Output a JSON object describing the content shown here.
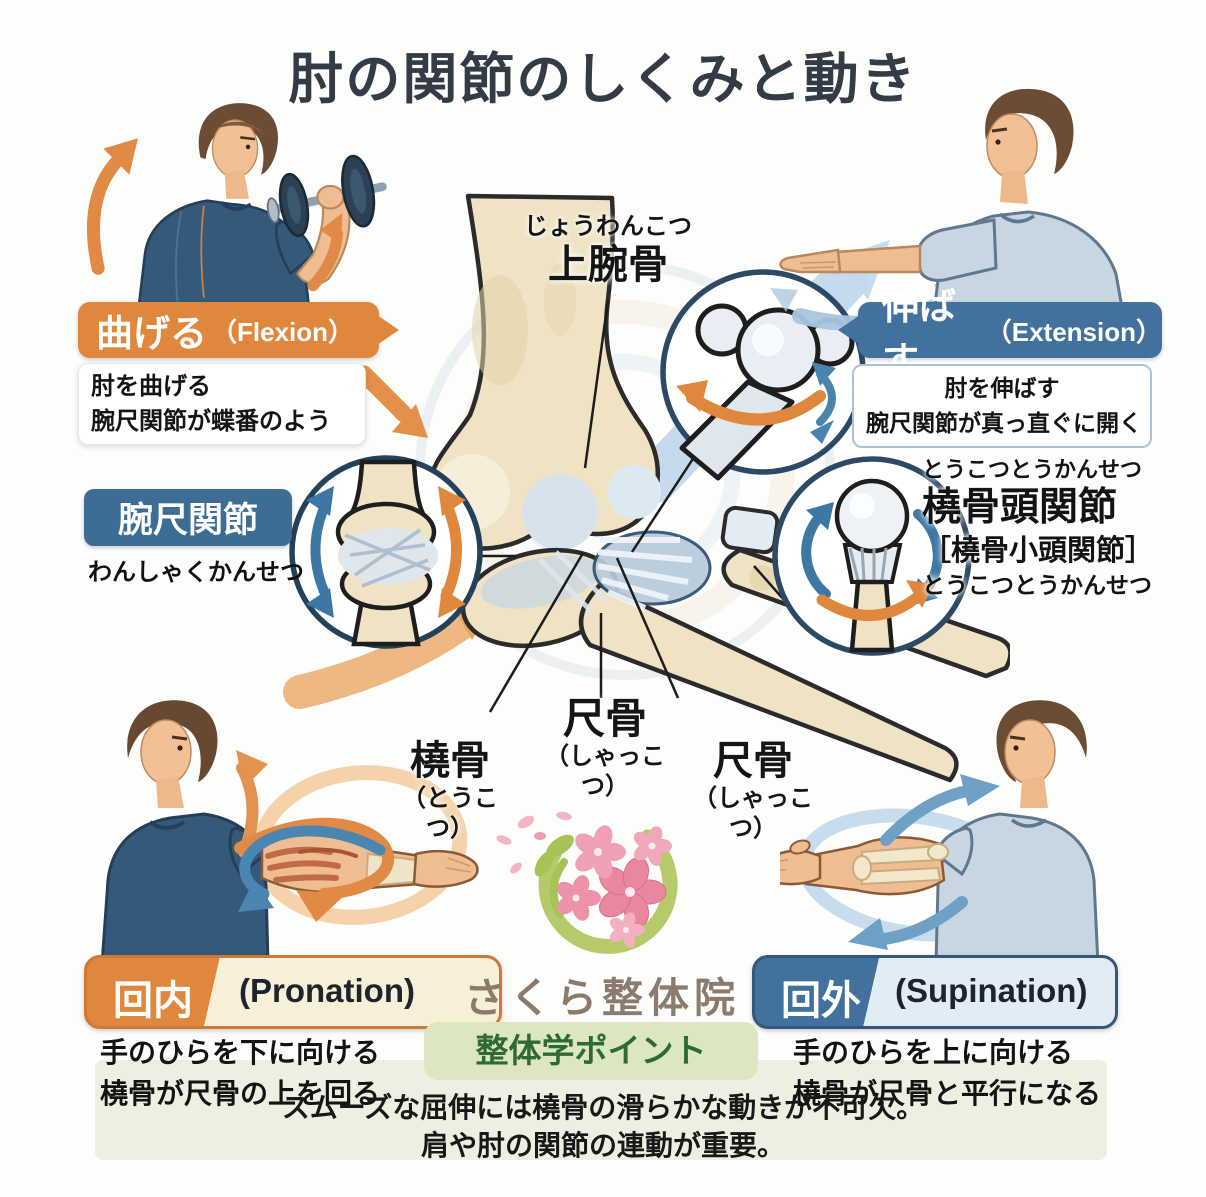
{
  "title": "肘の関節のしくみと動き",
  "labels": {
    "humerus": {
      "furigana": "じょうわんこつ",
      "name": "上腕骨"
    },
    "humeroulnar": {
      "name": "腕尺関節",
      "furigana": "わんしゃくかんせつ"
    },
    "radiohumeral": {
      "furigana_top": "とうこつとうかんせつ",
      "name": "橈骨頭関節",
      "alt_name": "［橈骨小頭関節］",
      "furigana_bottom": "とうこつとうかんせつ"
    },
    "radius": {
      "name": "橈骨",
      "furigana": "（とうこつ）"
    },
    "ulna_mid": {
      "name": "尺骨",
      "furigana": "（しゃっこつ）"
    },
    "ulna_right": {
      "name": "尺骨",
      "furigana": "（しゃっこつ）"
    }
  },
  "movements": {
    "flexion": {
      "jp": "曲げる",
      "en": "（Flexion）",
      "desc1": "肘を曲げる",
      "desc2": "腕尺関節が蝶番のよう"
    },
    "extension": {
      "jp": "伸ばす",
      "en": "（Extension）",
      "desc1": "肘を伸ばす",
      "desc2": "腕尺関節が真っ直ぐに開く"
    },
    "pronation": {
      "jp": "回内",
      "en": "(Pronation)",
      "desc1": "手のひらを下に向ける",
      "desc2": "橈骨が尺骨の上を回る"
    },
    "supination": {
      "jp": "回外",
      "en": "(Supination)",
      "desc1": "手のひらを上に向ける",
      "desc2": "橈骨が尺骨と平行になる"
    }
  },
  "clinic_logo": {
    "name": "さくら整体院"
  },
  "point_section": {
    "title": "整体学ポイント",
    "line1": "スムーズな屈伸には橈骨の滑らかな動きが不可欠。",
    "line2": "肩や肘の関節の連動が重要。"
  },
  "colors": {
    "orange": "#e0873e",
    "blue": "#41719c",
    "cream": "#f7efd8",
    "light_blue": "#e2ecf5",
    "green_text": "#2d6a35",
    "green_bg": "#dce6bf",
    "band_bg": "#edefe1",
    "title": "#333b47"
  }
}
